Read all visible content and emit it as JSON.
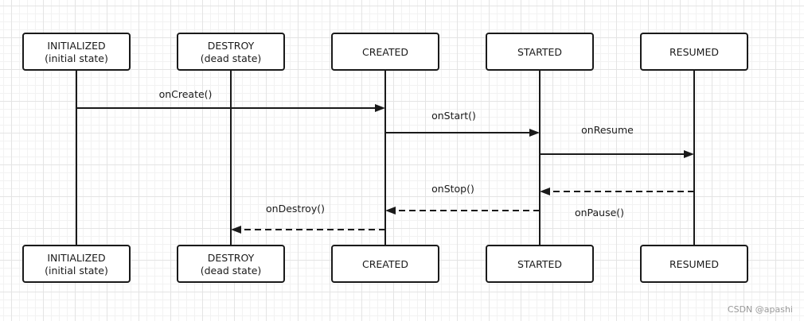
{
  "states": [
    {
      "id": "initialized",
      "title": "INITIALIZED",
      "subtitle": "(initial state)"
    },
    {
      "id": "destroy",
      "title": "DESTROY",
      "subtitle": "(dead state)"
    },
    {
      "id": "created",
      "title": "CREATED",
      "subtitle": ""
    },
    {
      "id": "started",
      "title": "STARTED",
      "subtitle": ""
    },
    {
      "id": "resumed",
      "title": "RESUMED",
      "subtitle": ""
    }
  ],
  "messages": [
    {
      "label": "onCreate()",
      "from": "initialized",
      "to": "created",
      "style": "solid"
    },
    {
      "label": "onStart()",
      "from": "created",
      "to": "started",
      "style": "solid"
    },
    {
      "label": "onResume",
      "from": "started",
      "to": "resumed",
      "style": "solid"
    },
    {
      "label": "onStop()",
      "from": "resumed",
      "to": "started",
      "style": "dashed"
    },
    {
      "label": "onPause()",
      "from": "started",
      "to": "created",
      "style": "dashed"
    },
    {
      "label": "onDestroy()",
      "from": "created",
      "to": "destroy",
      "style": "dashed"
    }
  ],
  "watermark": "CSDN @apashi"
}
